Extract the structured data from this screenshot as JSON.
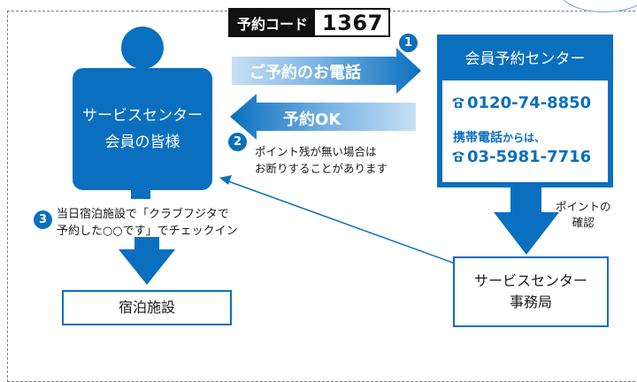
{
  "code": {
    "label": "予約コード",
    "value": "1367"
  },
  "member": {
    "line1": "サービスセンター",
    "line2": "会員の皆様"
  },
  "center": {
    "title": "会員予約センター",
    "phone1": "0120-74-8850",
    "mobile_label": "携帯電話",
    "mobile_suffix": "からは、",
    "phone2": "03-5981-7716"
  },
  "steps": {
    "step1": {
      "num": "1",
      "label": "ご予約のお電話"
    },
    "step2": {
      "num": "2",
      "label": "予約OK",
      "note_line1": "ポイント残が無い場合は",
      "note_line2": "お断りすることがあります"
    },
    "step3": {
      "num": "3",
      "line1": "当日宿泊施設で「クラブフジタで",
      "line2": "予約した○○です」でチェックイン"
    }
  },
  "point_check": {
    "line1": "ポイントの",
    "line2": "確認"
  },
  "office": {
    "line1": "サービスセンター",
    "line2": "事務局"
  },
  "facility": {
    "label": "宿泊施設"
  },
  "colors": {
    "accent": "#0a6fbe",
    "arrow_light": "#7cb4e3"
  }
}
